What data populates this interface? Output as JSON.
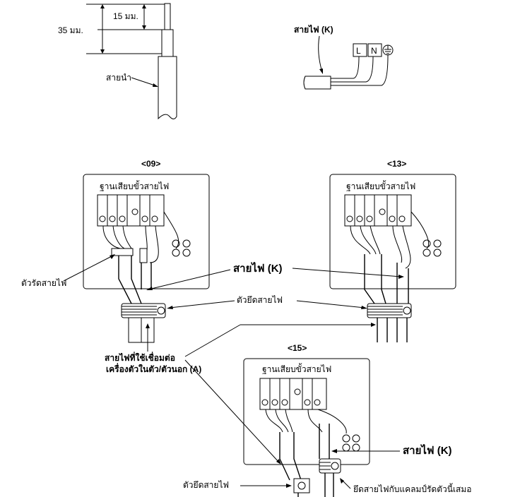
{
  "strip": {
    "dim_15": "15 มม.",
    "dim_35": "35 มม.",
    "lead_label": "สายนำ"
  },
  "terminal_detail": {
    "cable_label": "สายไฟ (K)",
    "L": "L",
    "N": "N"
  },
  "panels": {
    "p09": {
      "title": "<09>",
      "terminal_label": "ฐานเสียบขั้วสายไฟ"
    },
    "p13": {
      "title": "<13>",
      "terminal_label": "ฐานเสียบขั้วสายไฟ"
    },
    "p15": {
      "title": "<15>",
      "terminal_label": "ฐานเสียบขั้วสายไฟ"
    }
  },
  "callouts": {
    "wire_clamp_left": "ตัวรัดสายไฟ",
    "cable_k_mid": "สายไฟ (K)",
    "cable_holder_mid": "ตัวยึดสายไฟ",
    "connect_line1": "สายไฟที่ใช้เชื่อมต่อ",
    "connect_line2": "เครื่องตัวในตัว/ตัวนอก (A)",
    "cable_k_right": "สายไฟ (K)",
    "cable_holder_bottom": "ตัวยึดสายไฟ",
    "clamp_note": "ยึดสายไฟกับแคลมป์รัดตัวนี้เสมอ"
  }
}
